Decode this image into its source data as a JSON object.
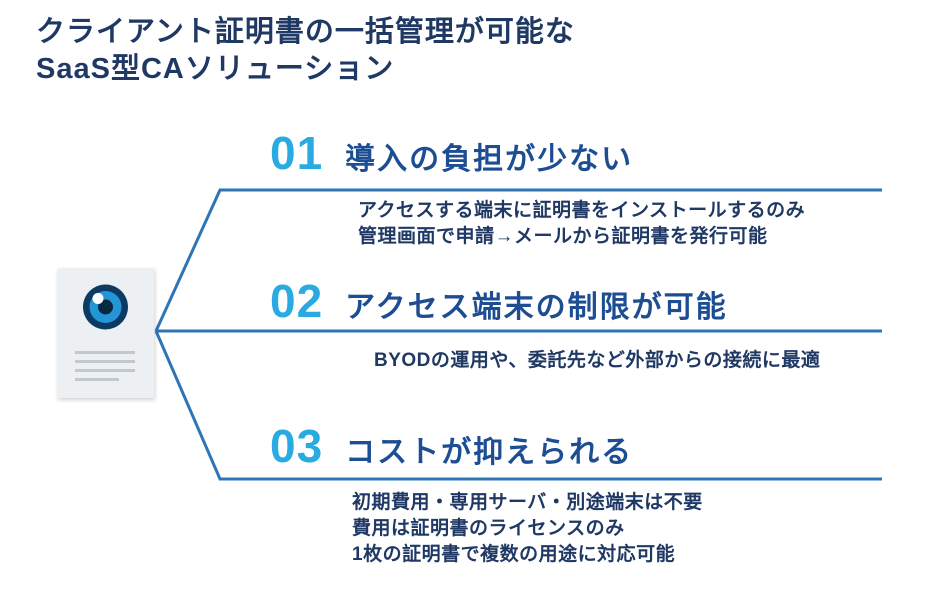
{
  "title": {
    "line1": "クライアント証明書の一括管理が可能な",
    "line2": "SaaS型CAソリューション"
  },
  "icon": {
    "name": "document-eye-icon"
  },
  "sections": [
    {
      "number": "01",
      "heading": "導入の負担が少ない",
      "details": [
        "アクセスする端末に証明書をインストールするのみ",
        "管理画面で申請→メールから証明書を発行可能"
      ]
    },
    {
      "number": "02",
      "heading": "アクセス端末の制限が可能",
      "details": [
        "BYODの運用や、委託先など外部からの接続に最適"
      ]
    },
    {
      "number": "03",
      "heading": "コストが抑えられる",
      "details": [
        "初期費用・専用サーバ・別途端末は不要",
        "費用は証明書のライセンスのみ",
        "1枚の証明書で複数の用途に対応可能"
      ]
    }
  ],
  "colors": {
    "title": "#1f3864",
    "section_number": "#29abe2",
    "section_heading": "#1d4d93",
    "detail_text": "#1f3864",
    "connector_line": "#2e75b6",
    "document_bg": "#edf0f3",
    "eye_ring": "#0d3a63",
    "eye_iris": "#2496d8",
    "eye_pupil": "#08283f"
  }
}
